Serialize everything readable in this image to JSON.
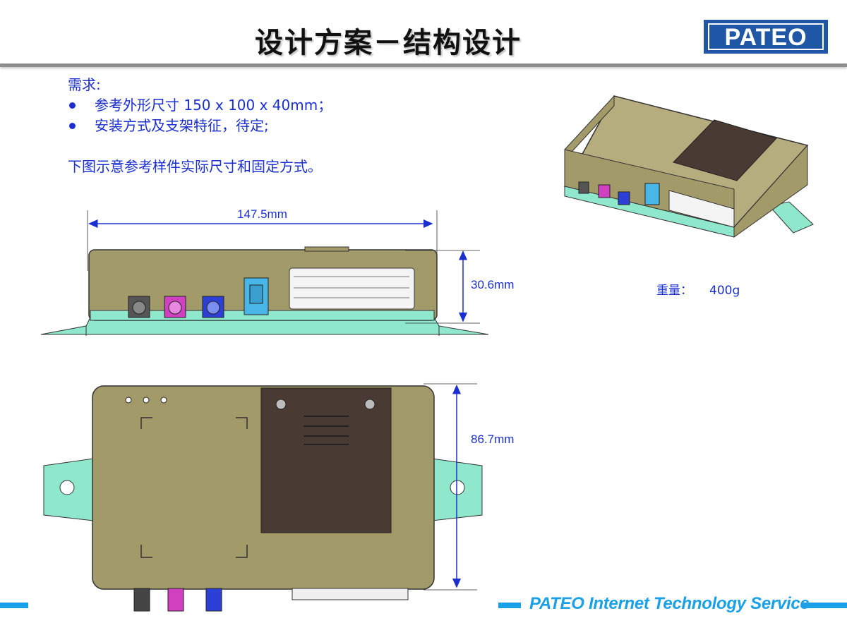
{
  "header": {
    "title": "设计方案－结构设计",
    "logo_text": "PATEO"
  },
  "requirements": {
    "heading": "需求:",
    "bullets": [
      "参考外形尺寸  150 x 100 x 40mm；",
      "安装方式及支架特征，待定;"
    ],
    "note": "下图示意参考样件实际尺寸和固定方式。"
  },
  "dimensions": {
    "length": "147.5mm",
    "height": "30.6mm",
    "width": "86.7mm"
  },
  "weight": {
    "label": "重量：",
    "value": "400g"
  },
  "footer": {
    "text": "PATEO Internet Technology Service"
  },
  "colors": {
    "body": "#a39a6a",
    "bracket": "#8fe8cc",
    "cover": "#4a3a34",
    "dimension": "#1b2fd0",
    "accent": "#1aa0e6",
    "logo": "#1f57a6"
  }
}
